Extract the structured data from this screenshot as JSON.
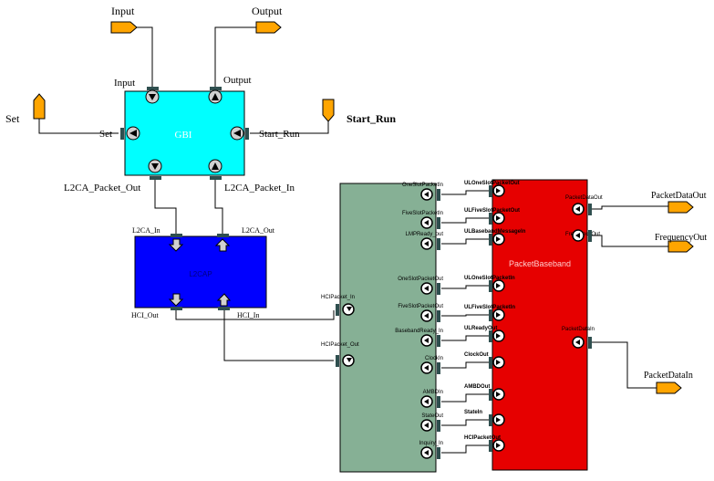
{
  "colors": {
    "gbi": "#00ffff",
    "l2cap": "#0000ff",
    "middle": "#86b095",
    "baseband": "#e60000",
    "terminal": "#ffa500"
  },
  "external_ports": {
    "input": "Input",
    "output": "Output",
    "set": "Set",
    "start_run": "Start_Run",
    "packet_data_out": "PacketDataOut",
    "frequency_out": "FrequencyOut",
    "packet_data_in": "PacketDataIn"
  },
  "gbi": {
    "title": "GBI",
    "input": "Input",
    "output": "Output",
    "set": "Set",
    "start_run": "Start_Run",
    "l2ca_packet_out": "L2CA_Packet_Out",
    "l2ca_packet_in": "L2CA_Packet_In"
  },
  "l2cap": {
    "title": "L2CAP",
    "l2ca_in": "L2CA_In",
    "l2ca_out": "L2CA_Out",
    "hci_out": "HCI_Out",
    "hci_in": "HCI_In"
  },
  "middle_block": {
    "ports_left": [
      "HCIPacket_In",
      "HCIPacket_Out"
    ],
    "ports_right": [
      "OneSlotPacketIn",
      "FiveSlotPacketIn",
      "LMPReady_out",
      "OneSlotPacketOut",
      "FiveSlotPacketOut",
      "BasebandReady_In",
      "ClockIn",
      "AMBDIn",
      "StateOut",
      "Inquiry_In"
    ]
  },
  "baseband": {
    "title": "PacketBaseband",
    "ports_left": [
      "ULOneSlotPacketOut",
      "ULFiveSlotPacketOut",
      "ULBasebandMessageIn",
      "ULOneSlotPacketIn",
      "ULFiveSlotPacketIn",
      "ULReadyOut",
      "ClockOut",
      "AMBDOut",
      "StateIn",
      "HCIPacketOut"
    ],
    "ports_right": [
      "PacketDataOut",
      "FrequencyOut",
      "PacketDataIn"
    ]
  }
}
